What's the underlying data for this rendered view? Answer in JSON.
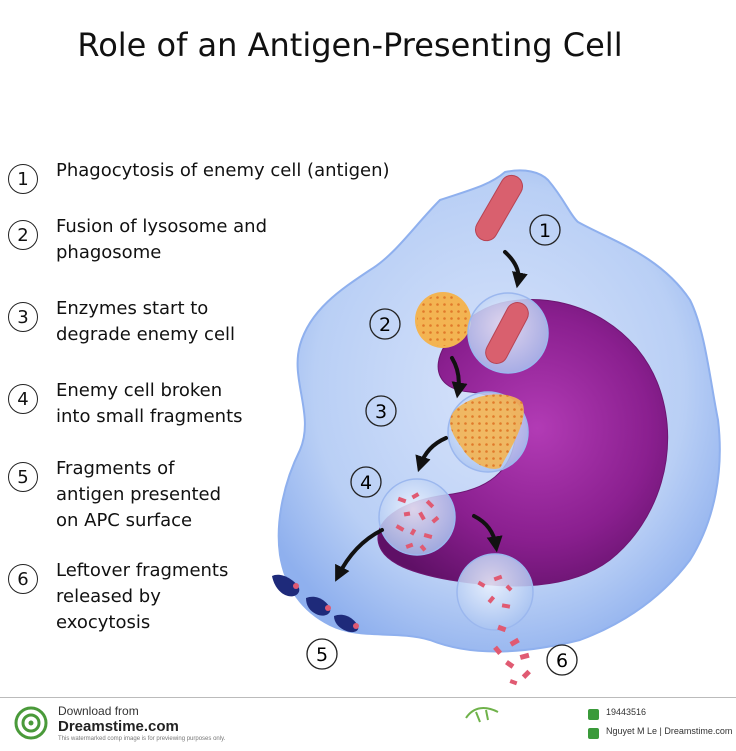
{
  "title": "Role of an Antigen-Presenting Cell",
  "steps": [
    {
      "num": "1",
      "lines": [
        "Phagocytosis of enemy cell (antigen)"
      ]
    },
    {
      "num": "2",
      "lines": [
        "Fusion of lysosome and",
        "phagosome"
      ]
    },
    {
      "num": "3",
      "lines": [
        "Enzymes start to",
        "degrade enemy cell"
      ]
    },
    {
      "num": "4",
      "lines": [
        "Enemy cell broken",
        "into small fragments"
      ]
    },
    {
      "num": "5",
      "lines": [
        "Fragments of",
        "antigen presented",
        "on APC surface"
      ]
    },
    {
      "num": "6",
      "lines": [
        "Leftover fragments",
        "released by",
        "exocytosis"
      ]
    }
  ],
  "diagram_labels": {
    "l1": "1",
    "l2": "2",
    "l3": "3",
    "l4": "4",
    "l5": "5",
    "l6": "6"
  },
  "colors": {
    "cytoplasm": "#b9cff5",
    "cytoplasm_edge": "#7f9fe3",
    "nucleus": "#8a1f8f",
    "antigen": "#d9606e",
    "lysosome": "#f3b452",
    "vesicle": "#d6e4fa",
    "fragment": "#e05a72",
    "presented": "#1e2a7a"
  },
  "footer": {
    "download_from": "Download from",
    "site": "Dreamstime.com",
    "note": "This watermarked comp image is for previewing purposes only.",
    "image_id": "19443516",
    "author": "Nguyet M Le  |  Dreamstime.com"
  }
}
